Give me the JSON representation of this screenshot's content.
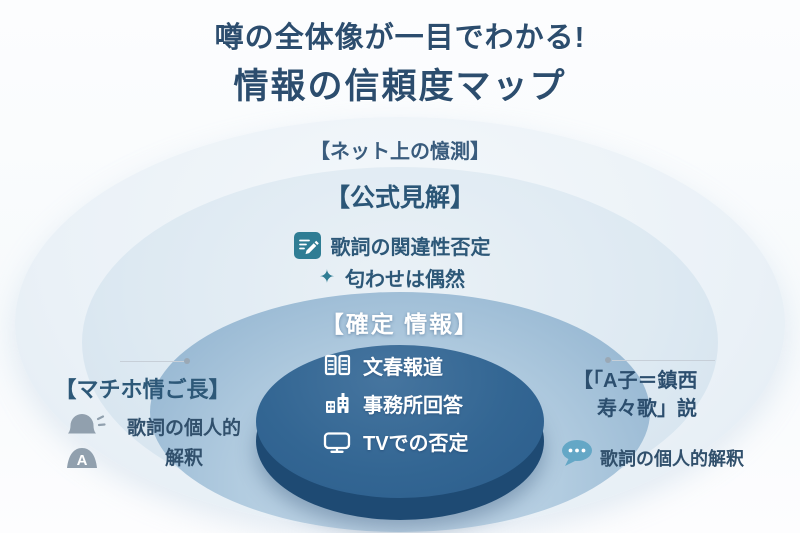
{
  "title": {
    "line1": "噂の全体像が一目でわかる!",
    "line2": "情報の信頼度マップ"
  },
  "rings": [
    {
      "id": "net-speculation",
      "label": "【ネット上の憶測】"
    },
    {
      "id": "official-view",
      "label": "【公式見解】",
      "items": [
        {
          "icon": "pencil-edit-icon",
          "label": "歌詞の関違性否定"
        },
        {
          "icon": "sparkle-icon",
          "label": "匂わせは偶然"
        }
      ]
    },
    {
      "id": "confirmed-info",
      "label": "【確定 情報】"
    }
  ],
  "core_facts": [
    {
      "icon": "newspaper-icon",
      "label": "文春報道"
    },
    {
      "icon": "office-building-icon",
      "label": "事務所回答"
    },
    {
      "icon": "tv-icon",
      "label": "TVでの否定"
    }
  ],
  "left_callout": {
    "label": "【マチホ情ご長】",
    "icon": "person-a-icon",
    "icon_letter": "A",
    "text_line1": "歌詞の個人的",
    "text_line2": "解釈"
  },
  "right_callout": {
    "label_line1": "【「A子＝鎮西",
    "label_line2": "寿々歌」説",
    "icon": "speech-bubble-icon",
    "text": "歌詞の個人的解釈"
  },
  "icons": {
    "sparkle_glyph": "✦"
  },
  "palette": {
    "title_text": "#2c4d6e",
    "ring_outer": "#ebf1f7",
    "ring_official": "#dde9f2",
    "ring_confirmed": "#a6c2da",
    "core_fill": "#2f6292",
    "core_rim": "#1e4a73",
    "teal_icon": "#2f7d94",
    "callout_text": "#2d5373",
    "person_icon_gray": "#91a0ae",
    "bubble_blue": "#64a7c6",
    "connector_gray": "#c7cfd8"
  }
}
